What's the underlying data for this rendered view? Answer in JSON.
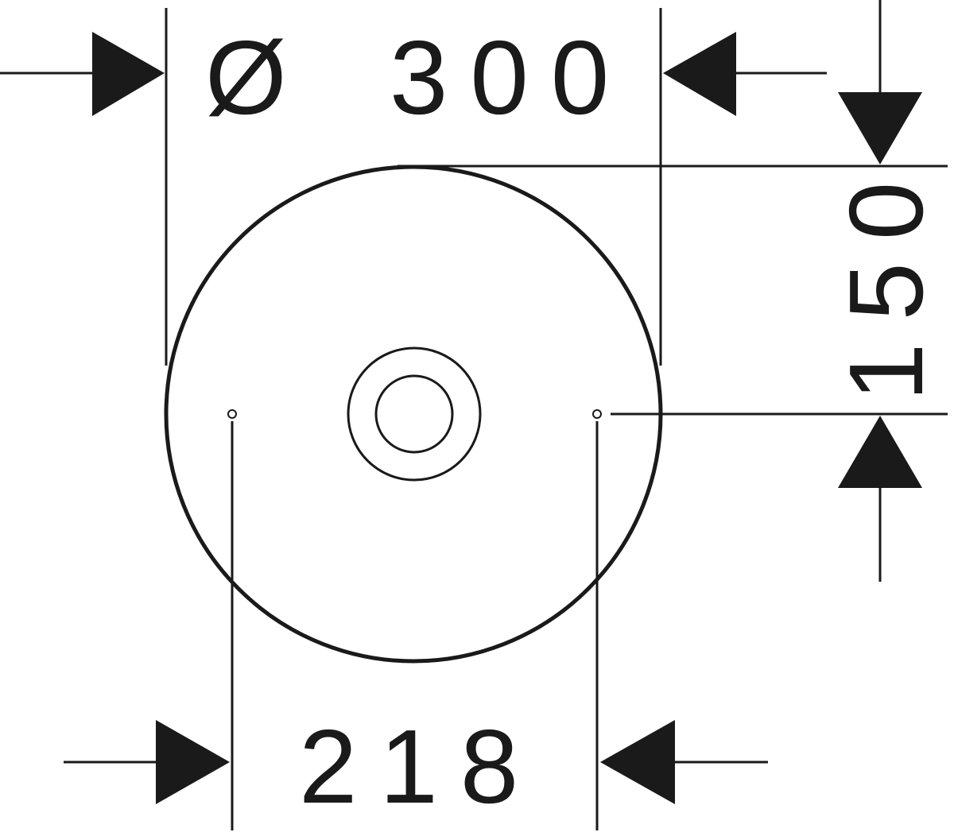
{
  "drawing": {
    "diameter_symbol": "Ø",
    "diameter_value": "300",
    "hole_spacing": "218",
    "hole_offset": "150"
  }
}
